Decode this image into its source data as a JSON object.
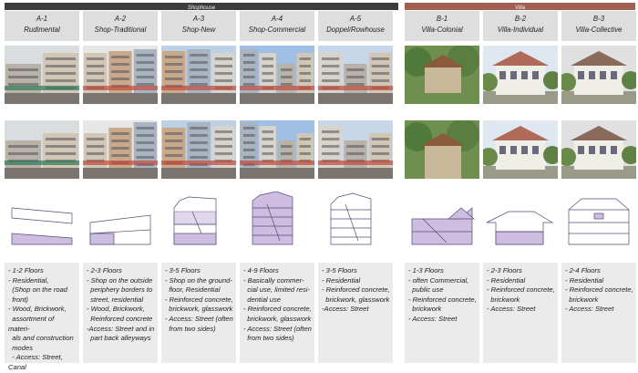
{
  "groups": {
    "shophouse": {
      "label": "Shophouse",
      "color": "#3d3d3d"
    },
    "villa": {
      "label": "Villa",
      "color": "#a0604f"
    }
  },
  "accent_fill": "#cdbde0",
  "accent_stroke": "#5a4a7a",
  "columns": [
    {
      "code": "A-1",
      "name": "Rudimental",
      "desc": "- 1-2 Floors\n- Residential,\n  (Shop on the road\n  front)\n- Wood, Brickwork,\n  assortment of materi-\n  als and construction\n  modes\n  - Access: Street, Canal"
    },
    {
      "code": "A-2",
      "name": "Shop-Traditional",
      "desc": "- 2-3 Floors\n- Shop on the outside\n  periphery borders to\n  street, residential\n- Wood, Brickwork,\n  Reinforced concrete\n-Access: Street and in\n  part back alleyways"
    },
    {
      "code": "A-3",
      "name": "Shop-New",
      "desc": "- 3-5 Floors\n- Shop on the ground-\n  floor, Residential\n- Reinforced concrete,\n  brickwork, glasswork\n- Access: Street (often\n  from two sides)"
    },
    {
      "code": "A-4",
      "name": "Shop-Commercial",
      "desc": "- 4-9 Floors\n- Basically commer-\n  cial use, limited resi-\n  dential use\n- Reinforced concrete,\n  brickwork, glasswork\n- Access: Street (often\n  from two sides)"
    },
    {
      "code": "A-5",
      "name": "Doppel/Rowhouse",
      "desc": "- 3-5 Floors\n- Residential\n- Reinforced concrete,\n  brickwork, glasswork\n-Access: Street"
    },
    {
      "code": "B-1",
      "name": "Villa-Colonial",
      "desc": "- 1-3 Floors\n- often Commercial,\n  public use\n- Reinforced concrete,\n  brickwork\n- Access: Street"
    },
    {
      "code": "B-2",
      "name": "Villa-Individual",
      "desc": "- 2-3 Floors\n- Residential\n- Reinforced concrete,\n  brickwork\n- Access: Street"
    },
    {
      "code": "B-3",
      "name": "Villa-Collective",
      "desc": "- 2-4 Floors\n- Residential\n- Reinforced concrete,\n  brickwork\n- Access: Street"
    }
  ]
}
